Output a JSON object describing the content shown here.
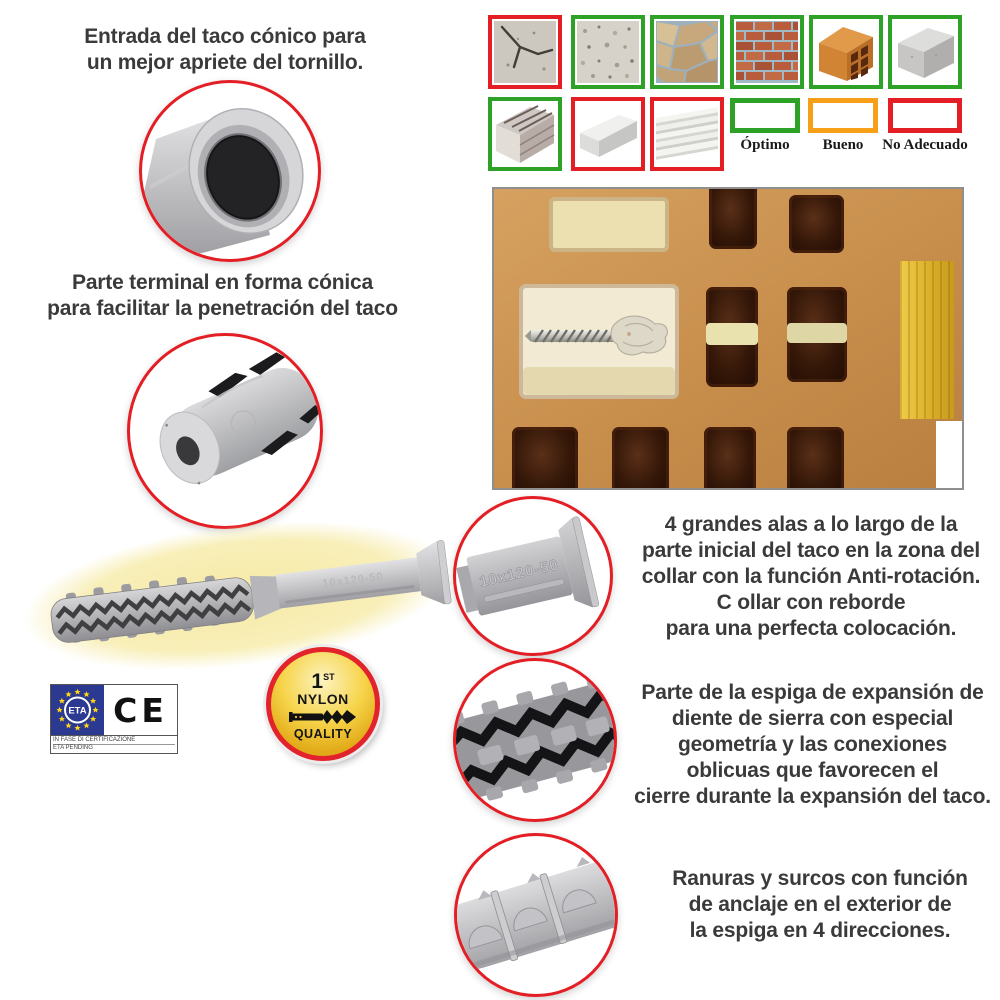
{
  "callouts": {
    "entry": {
      "lines": [
        "Entrada del taco cónico para",
        "un mejor apriete del tornillo."
      ]
    },
    "tip": {
      "lines": [
        "Parte terminal en forma cónica",
        "para facilitar la penetración del taco"
      ]
    },
    "collar": {
      "lines": [
        "4 grandes alas a lo largo de la",
        "parte inicial  del taco en la zona del",
        "collar con la función Anti-rotación.",
        "C ollar con reborde",
        "para una perfecta colocación."
      ]
    },
    "expansion": {
      "lines": [
        "Parte de la espiga de expansión de",
        "diente de sierra con especial",
        "geometría y las conexiones",
        "oblicuas que favorecen el",
        "cierre durante la expansión del taco."
      ]
    },
    "grooves": {
      "lines": [
        "Ranuras y surcos con función",
        "de anclaje en el exterior de",
        "la espiga en 4 direcciones."
      ]
    }
  },
  "materials": {
    "legend": [
      {
        "label": "Óptimo",
        "color": "#2ea227"
      },
      {
        "label": "Bueno",
        "color": "#f6a01a"
      },
      {
        "label": "No Adecuado",
        "color": "#e31e24"
      }
    ],
    "tiles": [
      {
        "id": "cracked-concrete",
        "rating": "No Adecuado",
        "border": "#e31e24"
      },
      {
        "id": "concrete",
        "rating": "Óptimo",
        "border": "#2ea227"
      },
      {
        "id": "natural-stone",
        "rating": "Óptimo",
        "border": "#2ea227"
      },
      {
        "id": "solid-brick",
        "rating": "Óptimo",
        "border": "#2ea227"
      },
      {
        "id": "hollow-brick",
        "rating": "Óptimo",
        "border": "#2ea227"
      },
      {
        "id": "concrete-block",
        "rating": "Óptimo",
        "border": "#2ea227"
      },
      {
        "id": "hollow-panel",
        "rating": "Óptimo",
        "border": "#2ea227"
      },
      {
        "id": "aerated-concrete-block",
        "rating": "No Adecuado",
        "border": "#e31e24"
      },
      {
        "id": "insulation-panel",
        "rating": "No Adecuado",
        "border": "#e31e24"
      }
    ]
  },
  "product": {
    "size_marking": "10x120-50"
  },
  "certification": {
    "eta": "ETA",
    "ce": "CE",
    "line1": "IN FASE DI CERTIFICAZIONE",
    "line2": "ETA PENDING"
  },
  "badge": {
    "rank": "1",
    "rank_sup": "ST",
    "line2": "NYLON",
    "line3": "QUALITY"
  },
  "colors": {
    "ring_red": "#e31e24",
    "text": "#3a3a3a",
    "glow_yellow": "#f6eaa6",
    "eu_blue": "#2b3990",
    "badge_gold": "#f2c832",
    "brick_photo_border": "#8f8f8f"
  }
}
